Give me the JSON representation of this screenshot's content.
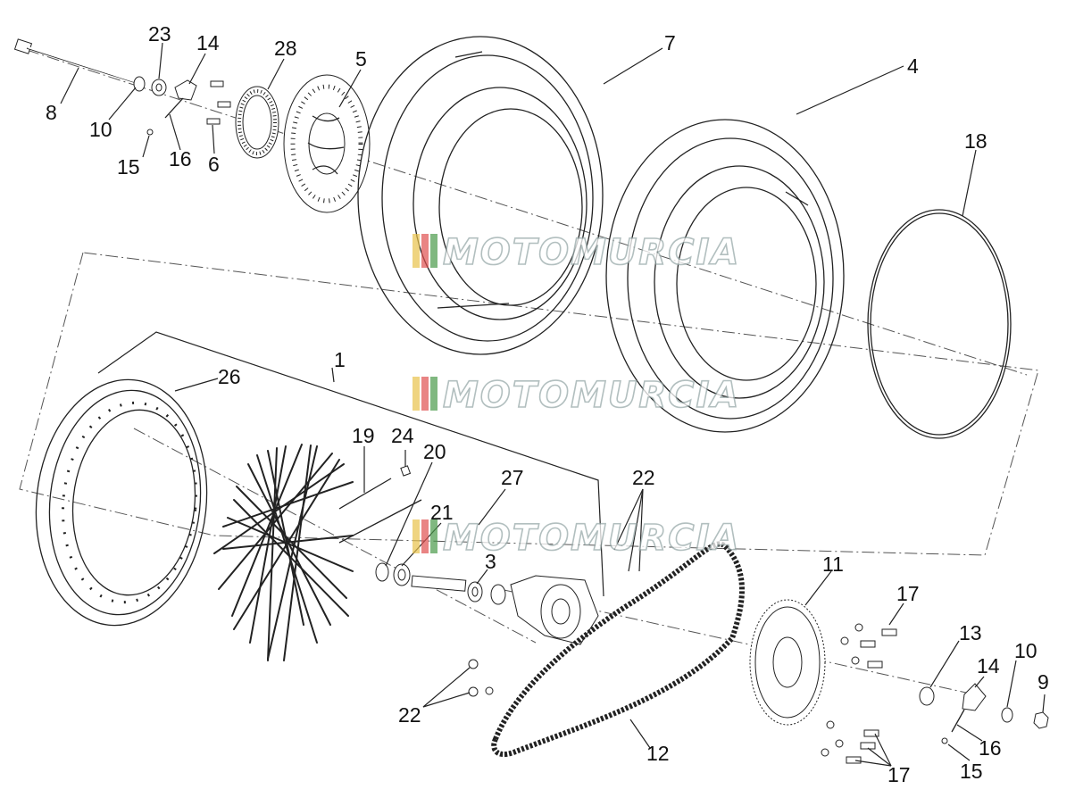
{
  "watermark": {
    "text": "MOTOMURCIA",
    "colors": [
      "#e8c24a",
      "#e05050",
      "#4a9a4a"
    ]
  },
  "callouts": {
    "c23": "23",
    "c14a": "14",
    "c28": "28",
    "c5": "5",
    "c7": "7",
    "c4": "4",
    "c8": "8",
    "c10a": "10",
    "c15a": "15",
    "c16a": "16",
    "c6": "6",
    "c18": "18",
    "c1": "1",
    "c26": "26",
    "c19": "19",
    "c24": "24",
    "c20": "20",
    "c27": "27",
    "c22a": "22",
    "c21": "21",
    "c3": "3",
    "c11": "11",
    "c17a": "17",
    "c13": "13",
    "c14b": "14",
    "c10b": "10",
    "c9": "9",
    "c22b": "22",
    "c12": "12",
    "c16b": "16",
    "c17b": "17",
    "c15b": "15"
  }
}
